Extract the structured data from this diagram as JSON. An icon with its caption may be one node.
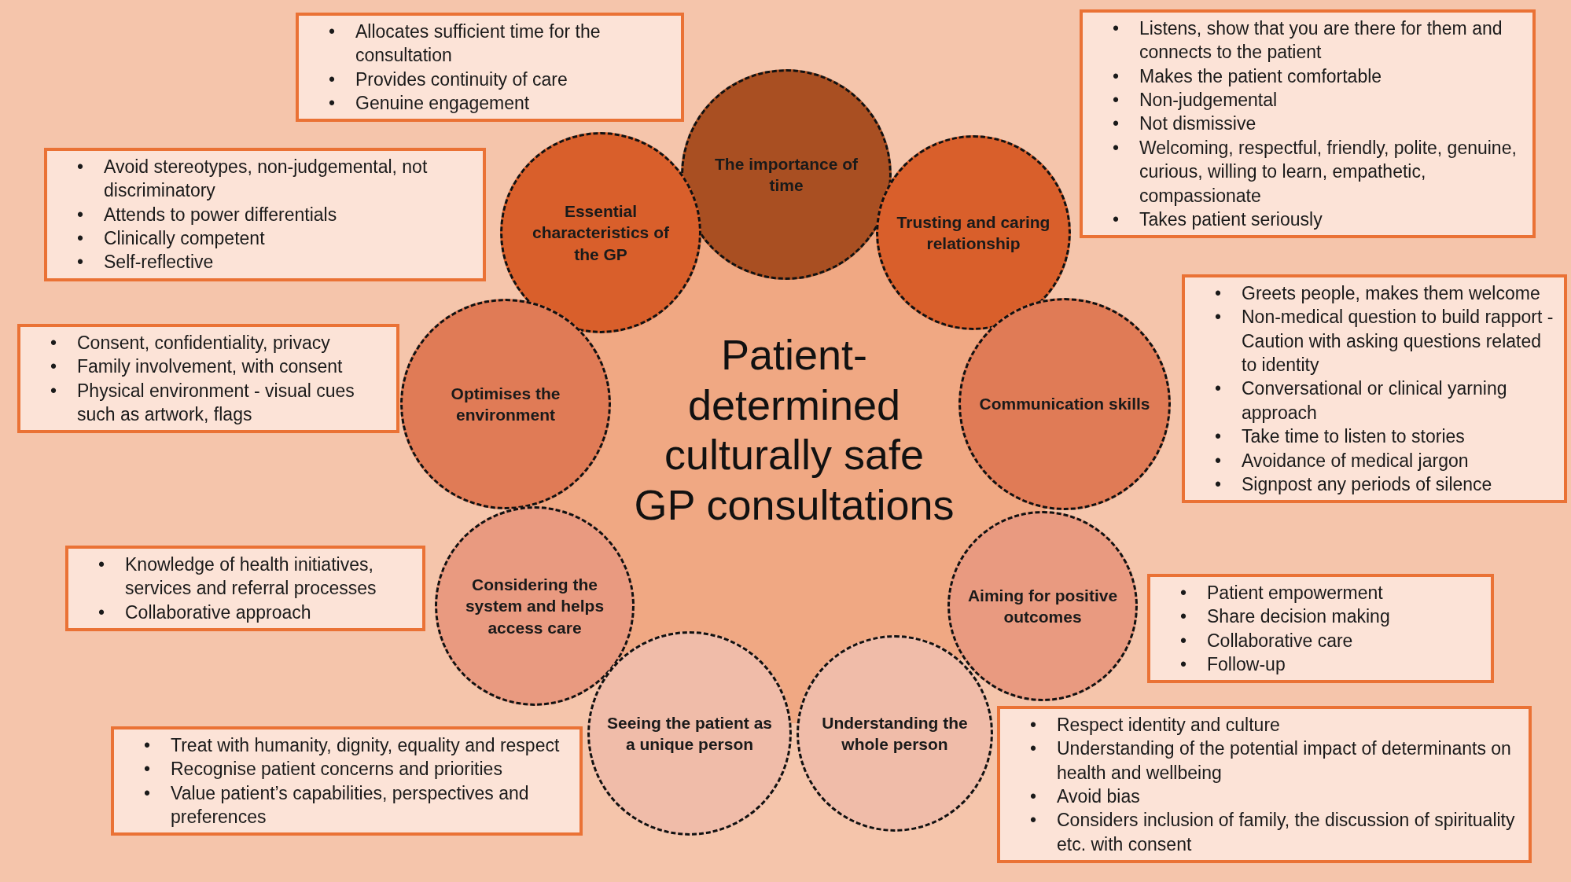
{
  "diagram": {
    "title": "Patient-determined culturally safe GP consultations",
    "nodes": [
      {
        "text": [
          "The importance of time"
        ]
      },
      {
        "text": [
          "• Allocates sufficient time for the consultation",
          "• Provides continuity of care",
          "• Genuine engagement"
        ]
      },
      {
        "text": [
          "Essential characteristics of the GP"
        ]
      },
      {
        "text": [
          "• Avoid stereotypes, non-judgemental, not discriminatory",
          "• Attends to power differentials",
          "• Clinically competent",
          "• Self-reflective"
        ]
      },
      {
        "text": [
          "Trusting and caring relationship"
        ]
      },
      {
        "text": [
          "• Listens, show that you are there for them and connects to the patient",
          "• Makes the patient comfortable",
          "• Non-judgemental",
          "• Not dismissive",
          "• Welcoming, respectful, friendly, polite, genuine, curious, willing to learn, empathetic, compassionate",
          "• Takes patient seriously"
        ]
      },
      {
        "text": [
          "Optimises the environment"
        ]
      },
      {
        "text": [
          "• Consent, confidentiality, privacy",
          "• Family involvement, with consent",
          "• Physical environment - visual cues such as artwork, flags"
        ]
      },
      {
        "text": [
          "Communication skills"
        ]
      },
      {
        "text": [
          "• Greets people, makes them welcome",
          "• Non-medical question to build rapport - Caution with asking questions related to identity",
          "• Conversational or clinical yarning approach",
          "• Take time to listen to stories",
          "• Avoidance of medical jargon",
          "• Signpost any periods of silence"
        ]
      },
      {
        "text": [
          "Considering the system and helps access care"
        ]
      },
      {
        "text": [
          "• Knowledge of health initiatives, services and referral processes",
          "• Collaborative approach"
        ]
      },
      {
        "text": [
          "Aiming for positive outcomes"
        ]
      },
      {
        "text": [
          "• Patient empowerment",
          "• Share decision making",
          "• Collaborative care",
          "• Follow-up"
        ]
      },
      {
        "text": [
          "Seeing the patient as a unique person"
        ]
      },
      {
        "text": [
          "• Treat with humanity, dignity, equality and respect",
          "• Recognise patient concerns and priorities",
          "• Value patient’s capabilities, perspectives and preferences"
        ]
      },
      {
        "text": [
          "Understanding the whole person"
        ]
      },
      {
        "text": [
          "• Respect identity and culture",
          "• Understanding of the potential impact of determinants on health and wellbeing",
          "• Avoid bias",
          "• Considers inclusion of family, the discussion of spirituality etc. with consent"
        ]
      }
    ],
    "edges": []
  }
}
